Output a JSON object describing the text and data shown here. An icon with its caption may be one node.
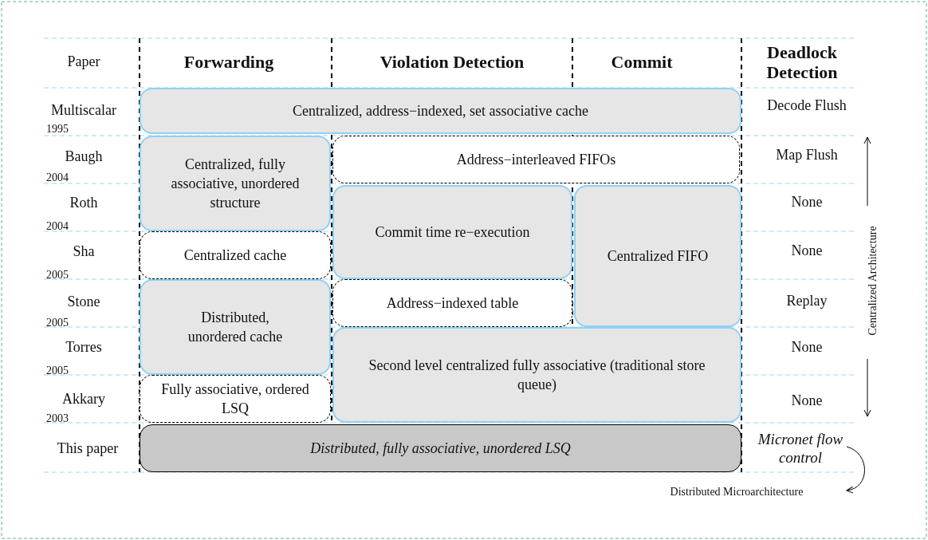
{
  "diagram": {
    "nodes": [
      {
        "text": [
          "Centralized, address−indexed, set associative cache"
        ]
      },
      {
        "text": [
          "Centralized, fully associative, unordered structure"
        ]
      },
      {
        "text": [
          "Address−interleaved FIFOs"
        ]
      },
      {
        "text": [
          "Commit time re−execution"
        ]
      },
      {
        "text": [
          "Centralized FIFO"
        ]
      },
      {
        "text": [
          "Centralized cache"
        ]
      },
      {
        "text": [
          "Distributed, unordered cache"
        ]
      },
      {
        "text": [
          "Address−indexed table"
        ]
      },
      {
        "text": [
          "Second level centralized fully associative (traditional store queue)"
        ]
      },
      {
        "text": [
          "Fully associative, ordered LSQ"
        ]
      },
      {
        "text": [
          "Distributed, fully associative, unordered LSQ"
        ]
      }
    ],
    "edges": [],
    "labels": [
      "Paper",
      "Forwarding",
      "Violation Detection",
      "Commit",
      "Deadlock Detection",
      "Multiscalar",
      "1995",
      "Decode Flush",
      "Baugh",
      "2004",
      "Map Flush",
      "Roth",
      "2004",
      "None",
      "Sha",
      "2005",
      "None",
      "Stone",
      "2005",
      "Replay",
      "Torres",
      "2005",
      "None",
      "Akkary",
      "2003",
      "None",
      "This paper",
      "Micronet flow control",
      "Centralized Architecture",
      "Distributed Microarchitecture"
    ]
  }
}
